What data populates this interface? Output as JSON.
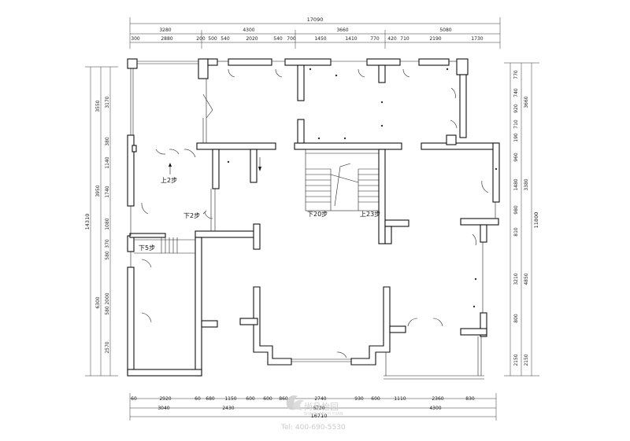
{
  "dimensions": {
    "top_total": "17090",
    "top_level1": [
      "3280",
      "4300",
      "3660",
      "5080"
    ],
    "top_level2": [
      "300",
      "2880",
      "200",
      "500",
      "540",
      "2020",
      "540",
      "700",
      "1450",
      "1410",
      "770",
      "420",
      "710",
      "2190",
      "1730"
    ],
    "bottom_level1": [
      "60",
      "2920",
      "60",
      "680",
      "1150",
      "600",
      "600",
      "860",
      "2740",
      "930",
      "600",
      "1110",
      "2360",
      "830"
    ],
    "bottom_level2": [
      "3040",
      "2430",
      "6720",
      "4300"
    ],
    "bottom_total": "16710",
    "left_total": "14310",
    "left_level1": [
      "3550",
      "3950",
      "6300"
    ],
    "left_level2": [
      "3170",
      "380",
      "1140",
      "1740",
      "1080",
      "370",
      "580",
      "2000",
      "580",
      "2570"
    ],
    "right_total": "11800",
    "right_level1": [
      "3660",
      "3380",
      "4850",
      "2150"
    ],
    "right_level2": [
      "770",
      "740",
      "920",
      "710",
      "190",
      "960",
      "1480",
      "980",
      "810",
      "3210",
      "800",
      "2150"
    ]
  },
  "labels": {
    "up_2_steps": "上2步",
    "down_2_steps": "下2步",
    "down_20_steps": "下20步",
    "up_23_steps": "上23步",
    "down_5_steps": "下5步"
  },
  "watermark": {
    "brand": "尚品怡园",
    "pinyin": "SHANG PIN YI YUAN",
    "tel": "Tel: 400-690-5530"
  }
}
